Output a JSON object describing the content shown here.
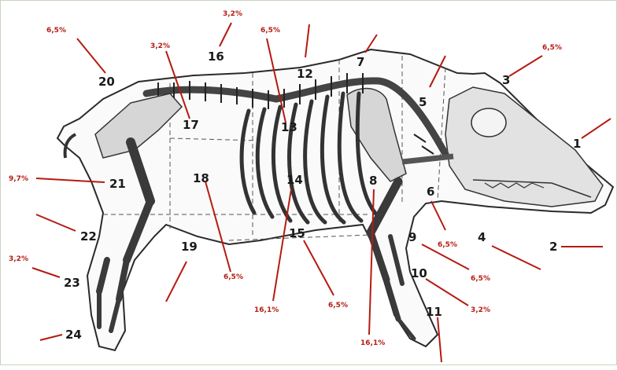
{
  "numbers": {
    "n1": "1",
    "n2": "2",
    "n3": "3",
    "n4": "4",
    "n5": "5",
    "n6": "6",
    "n7": "7",
    "n8": "8",
    "n9": "9",
    "n10": "10",
    "n11": "11",
    "n12": "12",
    "n13": "13",
    "n14": "14",
    "n15": "15",
    "n16": "16",
    "n17": "17",
    "n18": "18",
    "n19": "19",
    "n20": "20",
    "n21": "21",
    "n22": "22",
    "n23": "23",
    "n24": "24"
  },
  "percents": {
    "p20": "6,5%",
    "p16": "3,2%",
    "p17": "3,2%",
    "p13": "6,5%",
    "p3": "6,5%",
    "p21": "9,7%",
    "p23": "3,2%",
    "p18": "6,5%",
    "p14": "16,1%",
    "p15": "6,5%",
    "p8": "16,1%",
    "p6": "6,5%",
    "p9": "6,5%",
    "p10": "3,2%"
  },
  "colors": {
    "leader": "#b51b12",
    "bone": "#d9d9d9",
    "outline": "#2a2a2a",
    "text": "#1a1a1a"
  }
}
